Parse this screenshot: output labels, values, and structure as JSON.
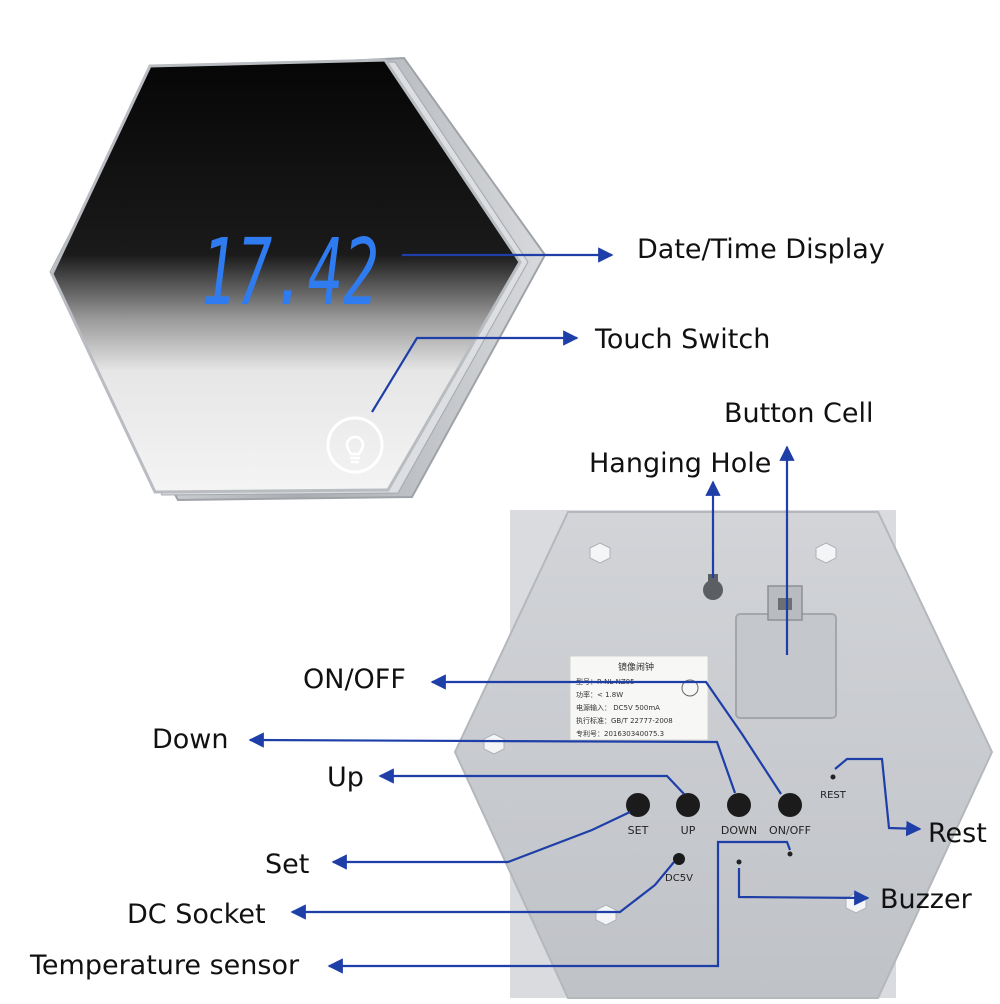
{
  "display": {
    "time": "17.42",
    "digit_color": "#2f7cf0"
  },
  "callouts": {
    "date_time_display": "Date/Time Display",
    "touch_switch": "Touch Switch",
    "button_cell": "Button Cell",
    "hanging_hole": "Hanging Hole",
    "on_off": "ON/OFF",
    "down": "Down",
    "up": "Up",
    "set": "Set",
    "dc_socket": "DC Socket",
    "temperature_sensor": "Temperature sensor",
    "rest": "Rest",
    "buzzer": "Buzzer"
  },
  "back_panel": {
    "buttons": {
      "set": "SET",
      "up": "UP",
      "down": "DOWN",
      "on_off": "ON/OFF"
    },
    "rest_label": "REST",
    "dc_label": "DC5V",
    "nameplate": {
      "title": "镜像闹钟",
      "line1": "型号：R-NL-NZ05",
      "line2": "功率：< 1.8W",
      "line3": "电源输入：  DC5V 500mA",
      "line4": "执行标准：GB/T   22777-2008",
      "line5": "专利号：201630340075.3"
    }
  },
  "colors": {
    "arrow": "#1f3fa8",
    "mirror_dark": "#0a0a0a",
    "panel": "#c9ccd1",
    "frame": "#c7c9cd"
  },
  "icons": {
    "touch_switch": "lightbulb-icon"
  }
}
